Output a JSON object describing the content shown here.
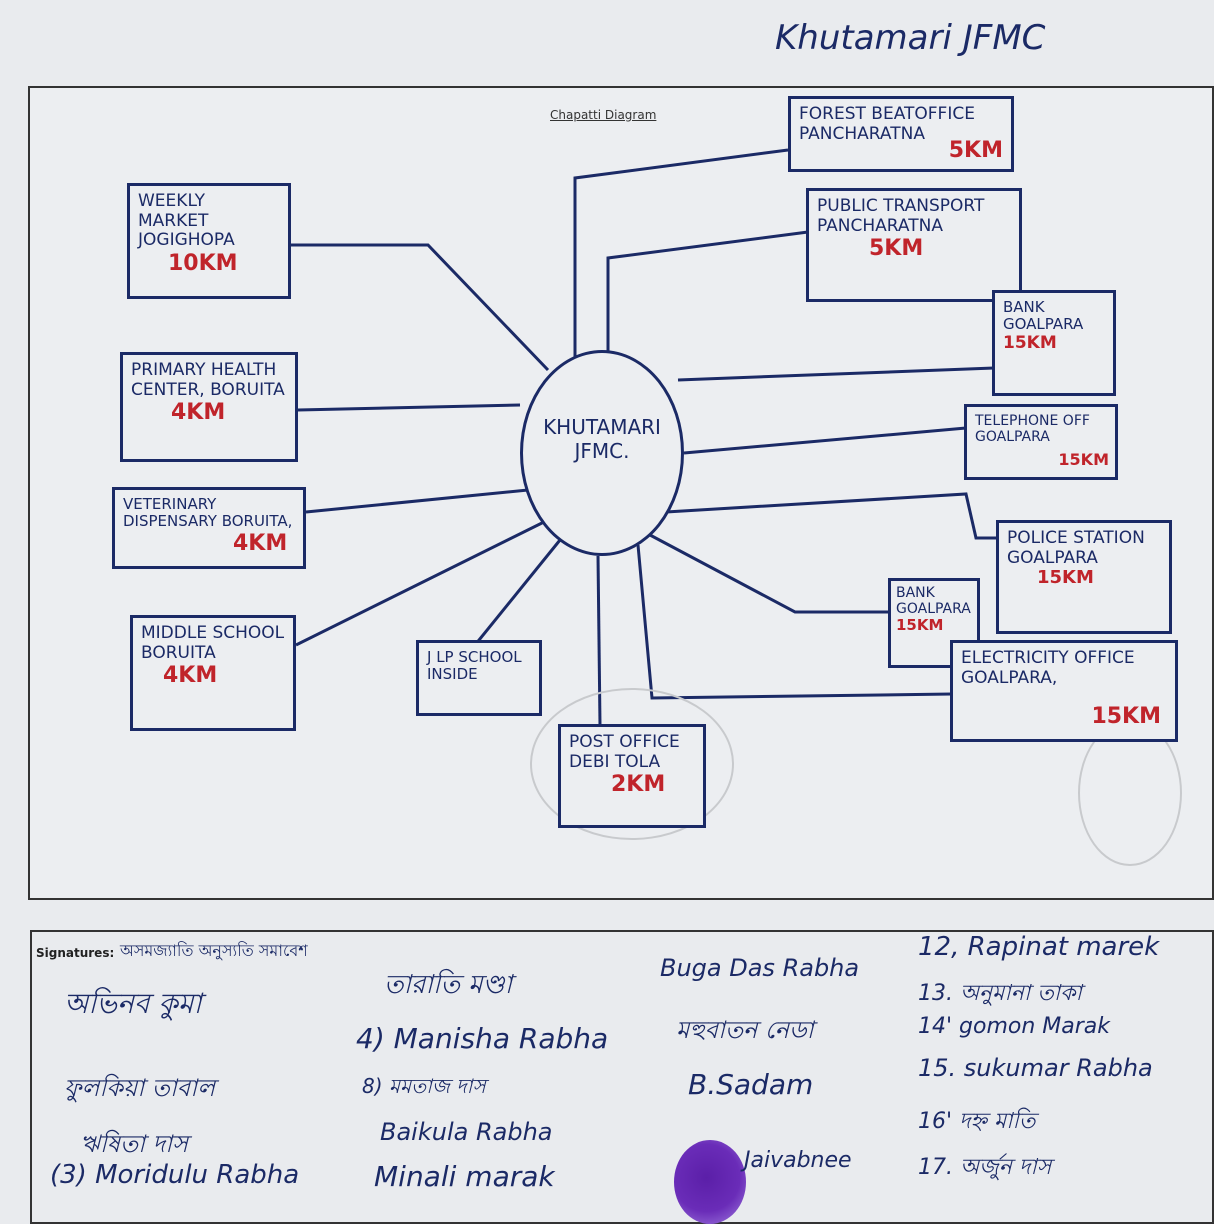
{
  "header": {
    "title": "Khutamari JFMC"
  },
  "diagram": {
    "heading": "Chapatti Diagram",
    "center": "KHUTAMARI JFMC.",
    "nodes": [
      {
        "id": "weekly-market",
        "name": "WEEKLY MARKET JOGIGHOPA",
        "distance": "10KM"
      },
      {
        "id": "primary-health",
        "name": "PRIMARY HEALTH CENTER, BORUITA",
        "distance": "4KM"
      },
      {
        "id": "veterinary",
        "name": "VETERINARY DISPENSARY BORUITA,",
        "distance": "4KM"
      },
      {
        "id": "middle-school",
        "name": "MIDDLE SCHOOL BORUITA",
        "distance": "4KM"
      },
      {
        "id": "lp-school",
        "name": "J LP SCHOOL INSIDE",
        "distance": ""
      },
      {
        "id": "post-office",
        "name": "POST OFFICE DEBI TOLA",
        "distance": "2KM"
      },
      {
        "id": "forest-beat",
        "name": "FOREST BEATOFFICE PANCHARATNA",
        "distance": "5KM"
      },
      {
        "id": "public-transport",
        "name": "PUBLIC TRANSPORT PANCHARATNA",
        "distance": "5KM"
      },
      {
        "id": "bank-1",
        "name": "BANK GOALPARA",
        "distance": "15KM"
      },
      {
        "id": "telephone",
        "name": "TELEPHONE OFF GOALPARA",
        "distance": "15KM"
      },
      {
        "id": "police",
        "name": "POLICE STATION GOALPARA",
        "distance": "15KM"
      },
      {
        "id": "bank-2",
        "name": "BANK GOALPARA",
        "distance": "15KM"
      },
      {
        "id": "electricity",
        "name": "ELECTRICITY OFFICE GOALPARA,",
        "distance": "15KM"
      }
    ]
  },
  "signatures": {
    "label": "Signatures:",
    "entries": [
      "অভিনব কুমা",
      "ফুলকিয়া তাবাল",
      "ঋষিতা দাস",
      "(3) Moridulu Rabha",
      "তারাতি মণ্ডা",
      "4) Manisha Rabha",
      "8) মমতাজ দাস",
      "Baikula Rabha",
      "Minali marak",
      "Buga Das Rabha",
      "মহুবাতন নেডা",
      "B.Sadam",
      "Jaivabnee",
      "12, Rapinat marek",
      "13. অনুমানা তাকা",
      "14' gomon Marak",
      "15. sukumar Rabha",
      "16' দহ্ন মাতি",
      "17. অর্জুন দাস"
    ],
    "heading_signature": "অসমজ্যাতি অনুস্যতি সমাবেশ"
  }
}
